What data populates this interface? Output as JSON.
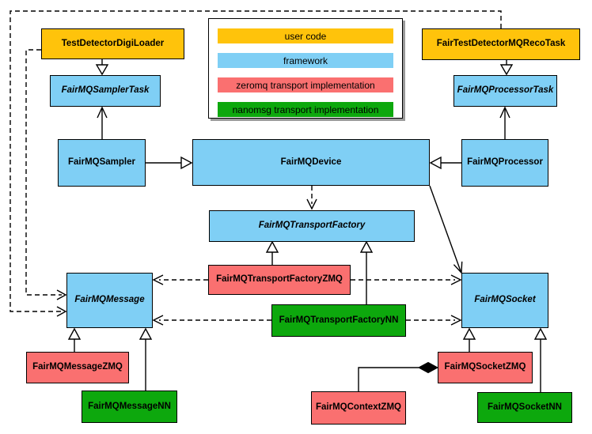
{
  "colors": {
    "user_code": "#FFC30B",
    "framework": "#7FCFF5",
    "zeromq": "#FA7070",
    "nanomsg": "#0DA80D",
    "border": "#000000",
    "background": "#FFFFFF"
  },
  "legend": {
    "items": [
      {
        "label": "user code",
        "color": "user_code"
      },
      {
        "label": "framework",
        "color": "framework"
      },
      {
        "label": "zeromq transport implementation",
        "color": "zeromq"
      },
      {
        "label": "nanomsg transport implementation",
        "color": "nanomsg"
      }
    ]
  },
  "nodes": {
    "testDetectorDigiLoader": {
      "label": "TestDetectorDigiLoader",
      "category": "user_code",
      "abstract": false
    },
    "fairTestDetectorMQRecoTask": {
      "label": "FairTestDetectorMQRecoTask",
      "category": "user_code",
      "abstract": false
    },
    "fairMQSamplerTask": {
      "label": "FairMQSamplerTask",
      "category": "framework",
      "abstract": true
    },
    "fairMQProcessorTask": {
      "label": "FairMQProcessorTask",
      "category": "framework",
      "abstract": true
    },
    "fairMQSampler": {
      "label": "FairMQSampler",
      "category": "framework",
      "abstract": false
    },
    "fairMQDevice": {
      "label": "FairMQDevice",
      "category": "framework",
      "abstract": false
    },
    "fairMQProcessor": {
      "label": "FairMQProcessor",
      "category": "framework",
      "abstract": false
    },
    "fairMQTransportFactory": {
      "label": "FairMQTransportFactory",
      "category": "framework",
      "abstract": true
    },
    "fairMQTransportFactoryZMQ": {
      "label": "FairMQTransportFactoryZMQ",
      "category": "zeromq",
      "abstract": false
    },
    "fairMQTransportFactoryNN": {
      "label": "FairMQTransportFactoryNN",
      "category": "nanomsg",
      "abstract": false
    },
    "fairMQMessage": {
      "label": "FairMQMessage",
      "category": "framework",
      "abstract": true
    },
    "fairMQSocket": {
      "label": "FairMQSocket",
      "category": "framework",
      "abstract": true
    },
    "fairMQMessageZMQ": {
      "label": "FairMQMessageZMQ",
      "category": "zeromq",
      "abstract": false
    },
    "fairMQMessageNN": {
      "label": "FairMQMessageNN",
      "category": "nanomsg",
      "abstract": false
    },
    "fairMQContextZMQ": {
      "label": "FairMQContextZMQ",
      "category": "zeromq",
      "abstract": false
    },
    "fairMQSocketZMQ": {
      "label": "FairMQSocketZMQ",
      "category": "zeromq",
      "abstract": false
    },
    "fairMQSocketNN": {
      "label": "FairMQSocketNN",
      "category": "nanomsg",
      "abstract": false
    }
  },
  "relationships": [
    {
      "source": "TestDetectorDigiLoader",
      "target": "FairMQSamplerTask",
      "type": "inheritance"
    },
    {
      "source": "FairTestDetectorMQRecoTask",
      "target": "FairMQProcessorTask",
      "type": "inheritance"
    },
    {
      "source": "FairMQSampler",
      "target": "FairMQSamplerTask",
      "type": "association"
    },
    {
      "source": "FairMQProcessor",
      "target": "FairMQProcessorTask",
      "type": "association"
    },
    {
      "source": "FairMQSampler",
      "target": "FairMQDevice",
      "type": "inheritance"
    },
    {
      "source": "FairMQProcessor",
      "target": "FairMQDevice",
      "type": "inheritance"
    },
    {
      "source": "FairMQDevice",
      "target": "FairMQTransportFactory",
      "type": "dependency"
    },
    {
      "source": "FairMQDevice",
      "target": "FairMQSocket",
      "type": "association"
    },
    {
      "source": "FairMQTransportFactoryZMQ",
      "target": "FairMQTransportFactory",
      "type": "inheritance"
    },
    {
      "source": "FairMQTransportFactoryNN",
      "target": "FairMQTransportFactory",
      "type": "inheritance"
    },
    {
      "source": "FairMQTransportFactoryZMQ",
      "target": "FairMQMessage",
      "type": "dependency"
    },
    {
      "source": "FairMQTransportFactoryZMQ",
      "target": "FairMQSocket",
      "type": "dependency"
    },
    {
      "source": "FairMQTransportFactoryNN",
      "target": "FairMQMessage",
      "type": "dependency"
    },
    {
      "source": "FairMQTransportFactoryNN",
      "target": "FairMQSocket",
      "type": "dependency"
    },
    {
      "source": "FairMQMessageZMQ",
      "target": "FairMQMessage",
      "type": "inheritance"
    },
    {
      "source": "FairMQMessageNN",
      "target": "FairMQMessage",
      "type": "inheritance"
    },
    {
      "source": "FairMQSocketZMQ",
      "target": "FairMQSocket",
      "type": "inheritance"
    },
    {
      "source": "FairMQSocketNN",
      "target": "FairMQSocket",
      "type": "inheritance"
    },
    {
      "source": "FairMQSocketZMQ",
      "target": "FairMQContextZMQ",
      "type": "composition"
    },
    {
      "source": "TestDetectorDigiLoader",
      "target": "FairMQMessage",
      "type": "dependency"
    },
    {
      "source": "FairTestDetectorMQRecoTask",
      "target": "FairMQMessage",
      "type": "dependency"
    }
  ]
}
